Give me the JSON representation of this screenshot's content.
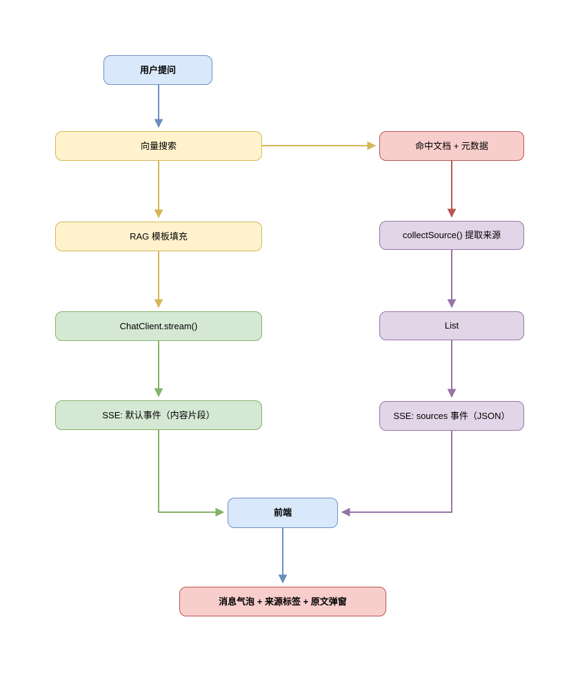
{
  "diagram": {
    "background": "#ffffff",
    "palette": {
      "blue": {
        "fill": "#dae8fc",
        "stroke": "#6c8ebf",
        "arrow": "#6c8ebf"
      },
      "yellow": {
        "fill": "#fff2cc",
        "stroke": "#d6b656",
        "arrow": "#d6b656"
      },
      "green": {
        "fill": "#d5e8d4",
        "stroke": "#82b366",
        "arrow": "#82b366"
      },
      "red": {
        "fill": "#f8cecc",
        "stroke": "#b85450",
        "arrow": "#b85450"
      },
      "purple": {
        "fill": "#e1d5e7",
        "stroke": "#9673a6",
        "arrow": "#9673a6"
      }
    },
    "nodes": {
      "user_question": {
        "label": "用户提问",
        "color": "blue",
        "bold": true
      },
      "vector_search": {
        "label": "向量搜索",
        "color": "yellow",
        "bold": false
      },
      "rag_template": {
        "label": "RAG 模板填充",
        "color": "yellow",
        "bold": false
      },
      "chatclient_stream": {
        "label": "ChatClient.stream()",
        "color": "green",
        "bold": false
      },
      "sse_default": {
        "label": "SSE: 默认事件（内容片段）",
        "color": "green",
        "bold": false
      },
      "hit_docs": {
        "label": "命中文档 + 元数据",
        "color": "red",
        "bold": false
      },
      "collect_source": {
        "label": "collectSource() 提取来源",
        "color": "purple",
        "bold": false
      },
      "list": {
        "label": "List",
        "color": "purple",
        "bold": false
      },
      "sse_sources": {
        "label": "SSE: sources 事件（JSON）",
        "color": "purple",
        "bold": false
      },
      "frontend": {
        "label": "前端",
        "color": "blue",
        "bold": true
      },
      "message_bubble": {
        "label": "消息气泡 + 来源标签 + 原文弹窗",
        "color": "red",
        "bold": true
      }
    },
    "edges": [
      {
        "from": "user_question",
        "to": "vector_search",
        "color": "blue"
      },
      {
        "from": "vector_search",
        "to": "hit_docs",
        "color": "yellow"
      },
      {
        "from": "vector_search",
        "to": "rag_template",
        "color": "yellow"
      },
      {
        "from": "rag_template",
        "to": "chatclient_stream",
        "color": "yellow"
      },
      {
        "from": "chatclient_stream",
        "to": "sse_default",
        "color": "green"
      },
      {
        "from": "sse_default",
        "to": "frontend",
        "color": "green"
      },
      {
        "from": "hit_docs",
        "to": "collect_source",
        "color": "red"
      },
      {
        "from": "collect_source",
        "to": "list",
        "color": "purple"
      },
      {
        "from": "list",
        "to": "sse_sources",
        "color": "purple"
      },
      {
        "from": "sse_sources",
        "to": "frontend",
        "color": "purple"
      },
      {
        "from": "frontend",
        "to": "message_bubble",
        "color": "blue"
      }
    ]
  }
}
